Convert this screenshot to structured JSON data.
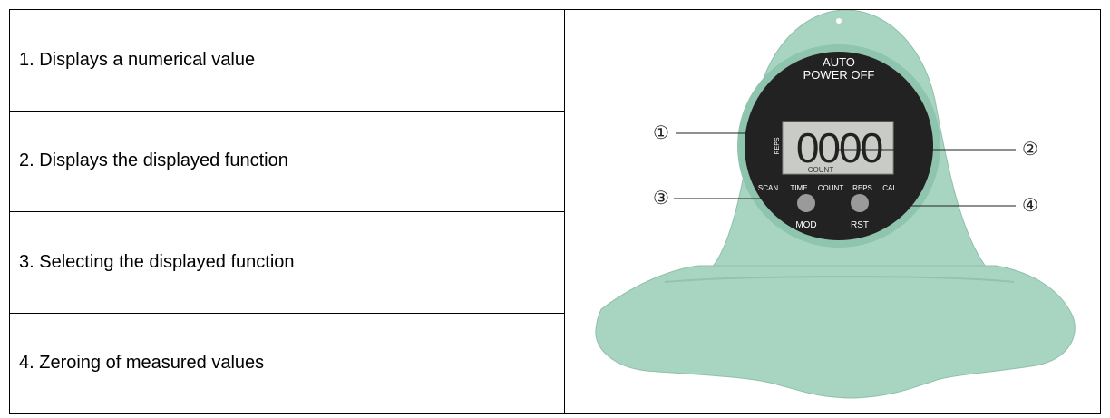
{
  "table": {
    "rows": [
      "1. Displays a numerical value",
      "2. Displays the displayed function",
      "3. Selecting the displayed function",
      "4. Zeroing of measured values"
    ]
  },
  "device": {
    "auto_line1": "AUTO",
    "auto_line2": "POWER OFF",
    "display_value": "0000",
    "display_side_label": "REPS",
    "display_mode": "COUNT",
    "mode_labels": [
      "SCAN",
      "TIME",
      "COUNT",
      "REPS",
      "CAL"
    ],
    "button_left": "MOD",
    "button_right": "RST",
    "callouts": [
      "①",
      "②",
      "③",
      "④"
    ],
    "colors": {
      "body": "#a8d5c2",
      "face": "#222222",
      "lcd": "#c9cbc7"
    }
  }
}
